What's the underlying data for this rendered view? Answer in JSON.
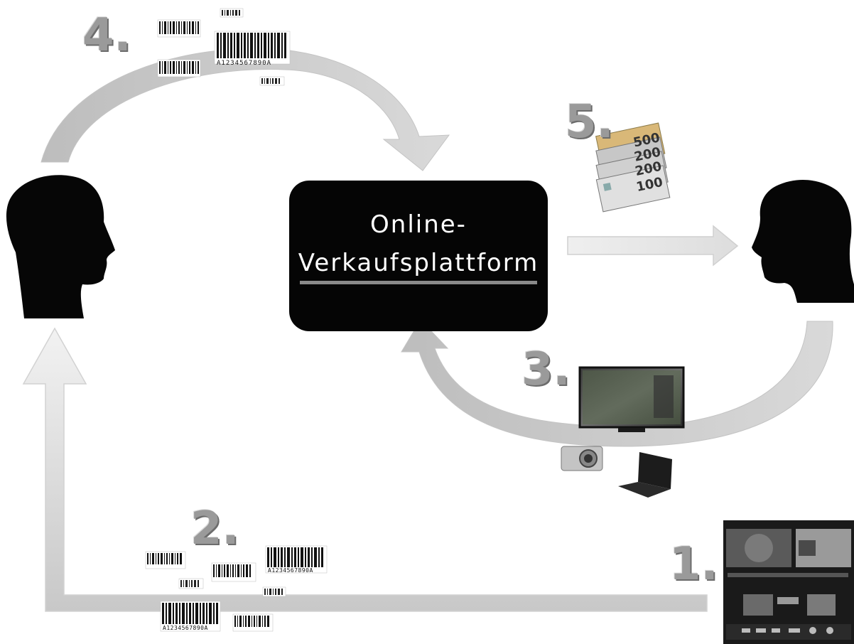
{
  "platform": {
    "line1": "Online-",
    "line2": "Verkaufsplattform"
  },
  "steps": {
    "s1": "1.",
    "s2": "2.",
    "s3": "3.",
    "s4": "4.",
    "s5": "5."
  },
  "barcode": {
    "code": "A1234567890A"
  },
  "banknotes": [
    "500",
    "200",
    "200",
    "100"
  ],
  "colors": {
    "arrow": "#c9c9c9",
    "arrow_light": "#ececec",
    "box": "#050505",
    "step_text": "#9a9a9a",
    "silhouette": "#050505"
  }
}
